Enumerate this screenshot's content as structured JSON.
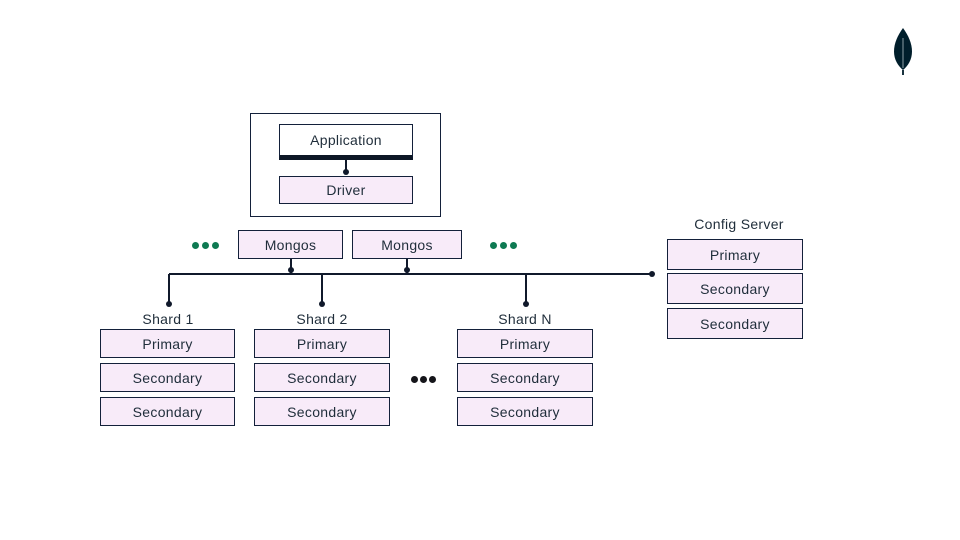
{
  "colors": {
    "background": "#ffffff",
    "node_fill": "#f8ebf9",
    "node_border": "#13203a",
    "connector": "#10192b",
    "text": "#1f2d3a",
    "accent_green": "#0e7a52",
    "ellipsis_black": "#15151a",
    "logo_dark": "#001e2b"
  },
  "icons": {
    "logo": "mongodb-leaf-icon",
    "left_router_ellipsis": "green-ellipsis-icon",
    "right_router_ellipsis": "green-ellipsis-icon",
    "shard_ellipsis": "black-ellipsis-icon"
  },
  "application_group": {
    "application_label": "Application",
    "driver_label": "Driver"
  },
  "routers": {
    "labels": [
      "Mongos",
      "Mongos"
    ]
  },
  "shards": [
    {
      "label": "Shard 1",
      "nodes": [
        "Primary",
        "Secondary",
        "Secondary"
      ]
    },
    {
      "label": "Shard 2",
      "nodes": [
        "Primary",
        "Secondary",
        "Secondary"
      ]
    },
    {
      "label": "Shard N",
      "nodes": [
        "Primary",
        "Secondary",
        "Secondary"
      ]
    }
  ],
  "config_server": {
    "label": "Config Server",
    "nodes": [
      "Primary",
      "Secondary",
      "Secondary"
    ]
  }
}
